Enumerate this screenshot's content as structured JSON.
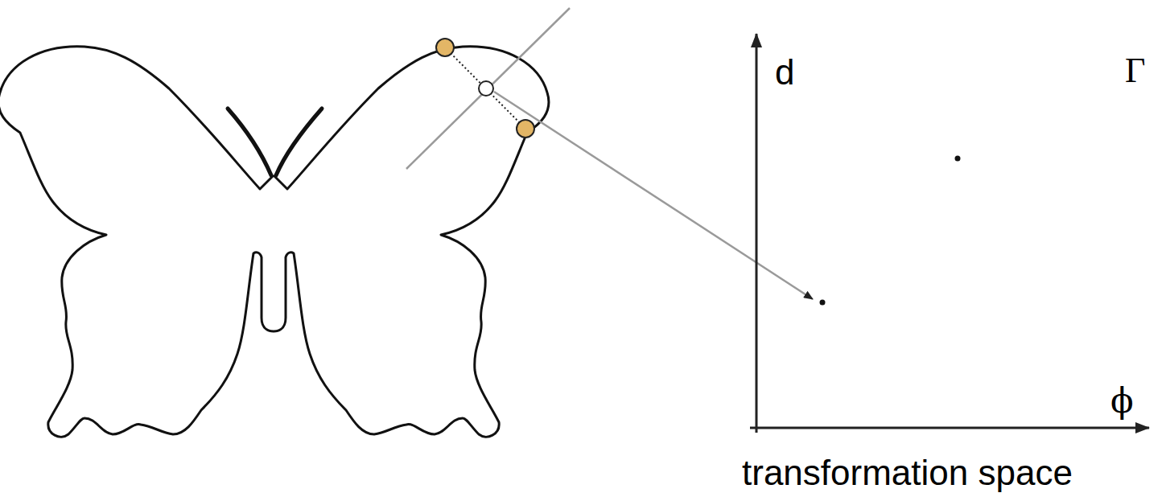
{
  "diagram": {
    "labels": [
      "d",
      "Γ",
      "ϕ",
      "transformation space"
    ]
  }
}
